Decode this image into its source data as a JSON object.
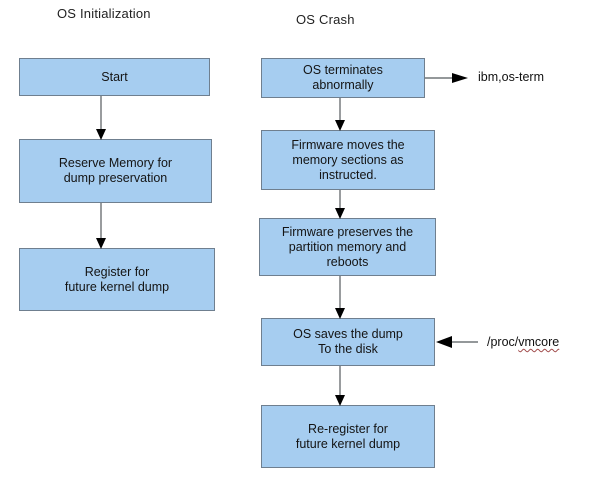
{
  "diagram": {
    "title_left": "OS Initialization",
    "title_right": "OS Crash",
    "columns": {
      "left": {
        "heading": "OS Initialization",
        "nodes": [
          {
            "id": "start",
            "label": "Start"
          },
          {
            "id": "reserve-memory",
            "label": "Reserve Memory for\ndump preservation"
          },
          {
            "id": "register-dump",
            "label": "Register for\nfuture kernel dump"
          }
        ]
      },
      "right": {
        "heading": "OS Crash",
        "nodes": [
          {
            "id": "os-terminates",
            "label": "OS terminates\nabnormally"
          },
          {
            "id": "firmware-moves",
            "label": "Firmware moves the\nmemory sections as\ninstructed."
          },
          {
            "id": "firmware-preserves",
            "label": "Firmware preserves the\npartition memory and\nreboots"
          },
          {
            "id": "os-saves-dump",
            "label": "OS saves the dump\nTo the disk"
          },
          {
            "id": "re-register",
            "label": "Re-register for\nfuture kernel dump"
          }
        ]
      }
    },
    "annotations": [
      {
        "id": "ibm-os-term",
        "text": "ibm,os-term",
        "direction": "out"
      },
      {
        "id": "proc-vmcore",
        "prefix": "/proc/",
        "spelled": "vmcore",
        "direction": "in"
      }
    ],
    "colors": {
      "box_fill": "#a6cdf0",
      "box_border": "#6f7f8f",
      "connector": "#555a5e",
      "arrowhead": "#000000",
      "text": "#141414",
      "spellcheck_underline": "#a04a4a",
      "background": "#ffffff"
    }
  }
}
